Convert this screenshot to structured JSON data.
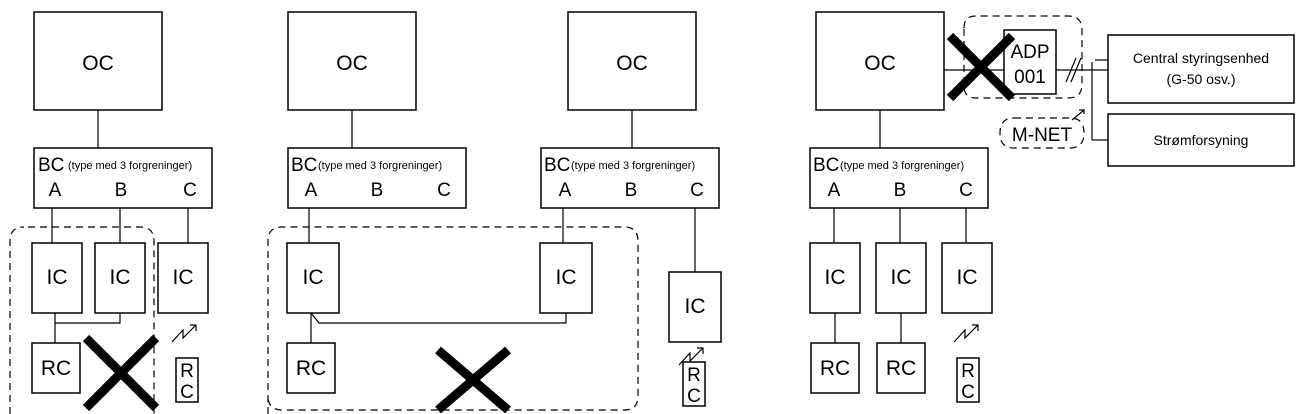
{
  "labels": {
    "oc": "OC",
    "bc": "BC",
    "bc_note": "(type med 3 forgreninger)",
    "ic": "IC",
    "rc": "RC",
    "rc_r": "R",
    "rc_c": "C",
    "branch_a": "A",
    "branch_b": "B",
    "branch_c": "C",
    "adp_line1": "ADP",
    "adp_line2": "001",
    "central_line1": "Central styringsenhed",
    "central_line2": "(G-50 osv.)",
    "power": "Strømforsyning",
    "mnet": "M-NET"
  }
}
